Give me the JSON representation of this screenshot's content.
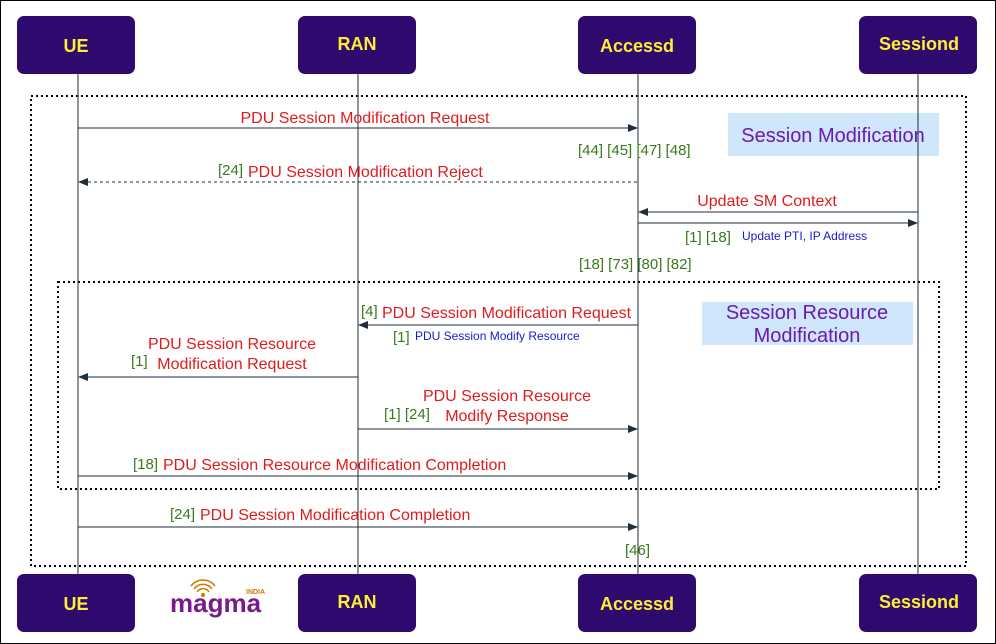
{
  "actors": {
    "ue": "UE",
    "ran": "RAN",
    "accessd": "Accessd",
    "sessiond": "Sessiond"
  },
  "frames": {
    "session_modification": "Session Modification",
    "session_resource_modification_line1": "Session Resource",
    "session_resource_modification_line2": "Modification"
  },
  "messages": {
    "pdu_mod_request": "PDU Session Modification Request",
    "pdu_mod_request_refs": "[44] [45] [47] [48]",
    "pdu_mod_reject_ref": "[24]",
    "pdu_mod_reject": "PDU Session Modification Reject",
    "update_sm_context": "Update SM Context",
    "update_sm_refs": "[1] [18]",
    "update_sm_note": "Update PTI, IP Address",
    "refs_after_update": "[18] [73] [80] [82]",
    "ran_mod_request_ref": "[4]",
    "ran_mod_request": "PDU Session Modification Request",
    "ran_mod_note_ref": "[1]",
    "ran_mod_note": "PDU Session Modify Resource",
    "res_mod_request_line1": "PDU Session Resource",
    "res_mod_request_line2": "Modification Request",
    "res_mod_request_ref": "[1]",
    "res_modify_response_line1": "PDU Session Resource",
    "res_modify_response_line2": "Modify Response",
    "res_modify_response_refs": "[1] [24]",
    "res_mod_completion_ref": "[18]",
    "res_mod_completion": "PDU Session Resource Modification Completion",
    "mod_completion_ref": "[24]",
    "mod_completion": "PDU Session Modification Completion",
    "final_ref": "[46]"
  },
  "logo": {
    "text": "magma",
    "badge": "INDIA"
  },
  "colors": {
    "actor_box": "#2e0a6e",
    "actor_text": "#ffee33",
    "message_text": "#e01b1b",
    "ref_text": "#3a7a1a",
    "note_text": "#1a1ad0",
    "frame_label_bg": "#cfe6fb",
    "frame_label_text": "#6a1ab0"
  }
}
